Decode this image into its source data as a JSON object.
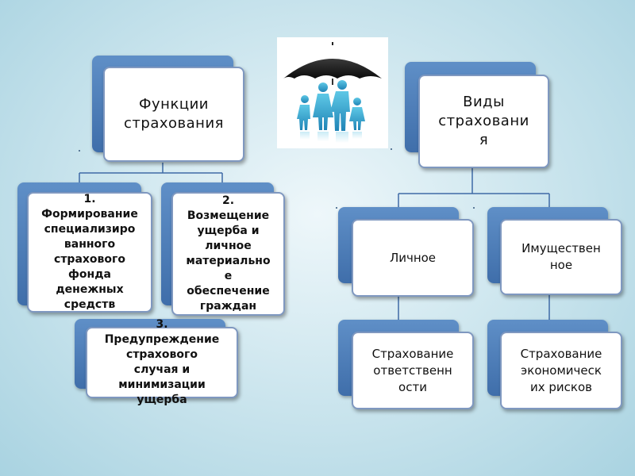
{
  "left_tree": {
    "root": "Функции\nстрахования",
    "child1": "1.\nФормирование\nспециализиро\nванного\nстрахового\nфонда\nденежных\nсредств",
    "child2": "2.\nВозмещение\nущерба и\nличное\nматериально\nе\nобеспечение\nграждан",
    "child3": "3.\nПредупреждение\nстрахового\nслучая и\nминимизации\nущерба"
  },
  "right_tree": {
    "root": "Виды\nстраховани\nя",
    "personal": "Личное",
    "property": "Имуществен\nное",
    "liability": "Страхование\nответственн\nости",
    "economic": "Страхование\nэкономическ\nих рисков"
  },
  "image": {
    "icon": "family-under-umbrella-icon"
  },
  "colors": {
    "back_box": "#4a78b5",
    "front_border": "#7f98c0",
    "connector": "#3f6aa6",
    "background": "#cfe7ef"
  }
}
